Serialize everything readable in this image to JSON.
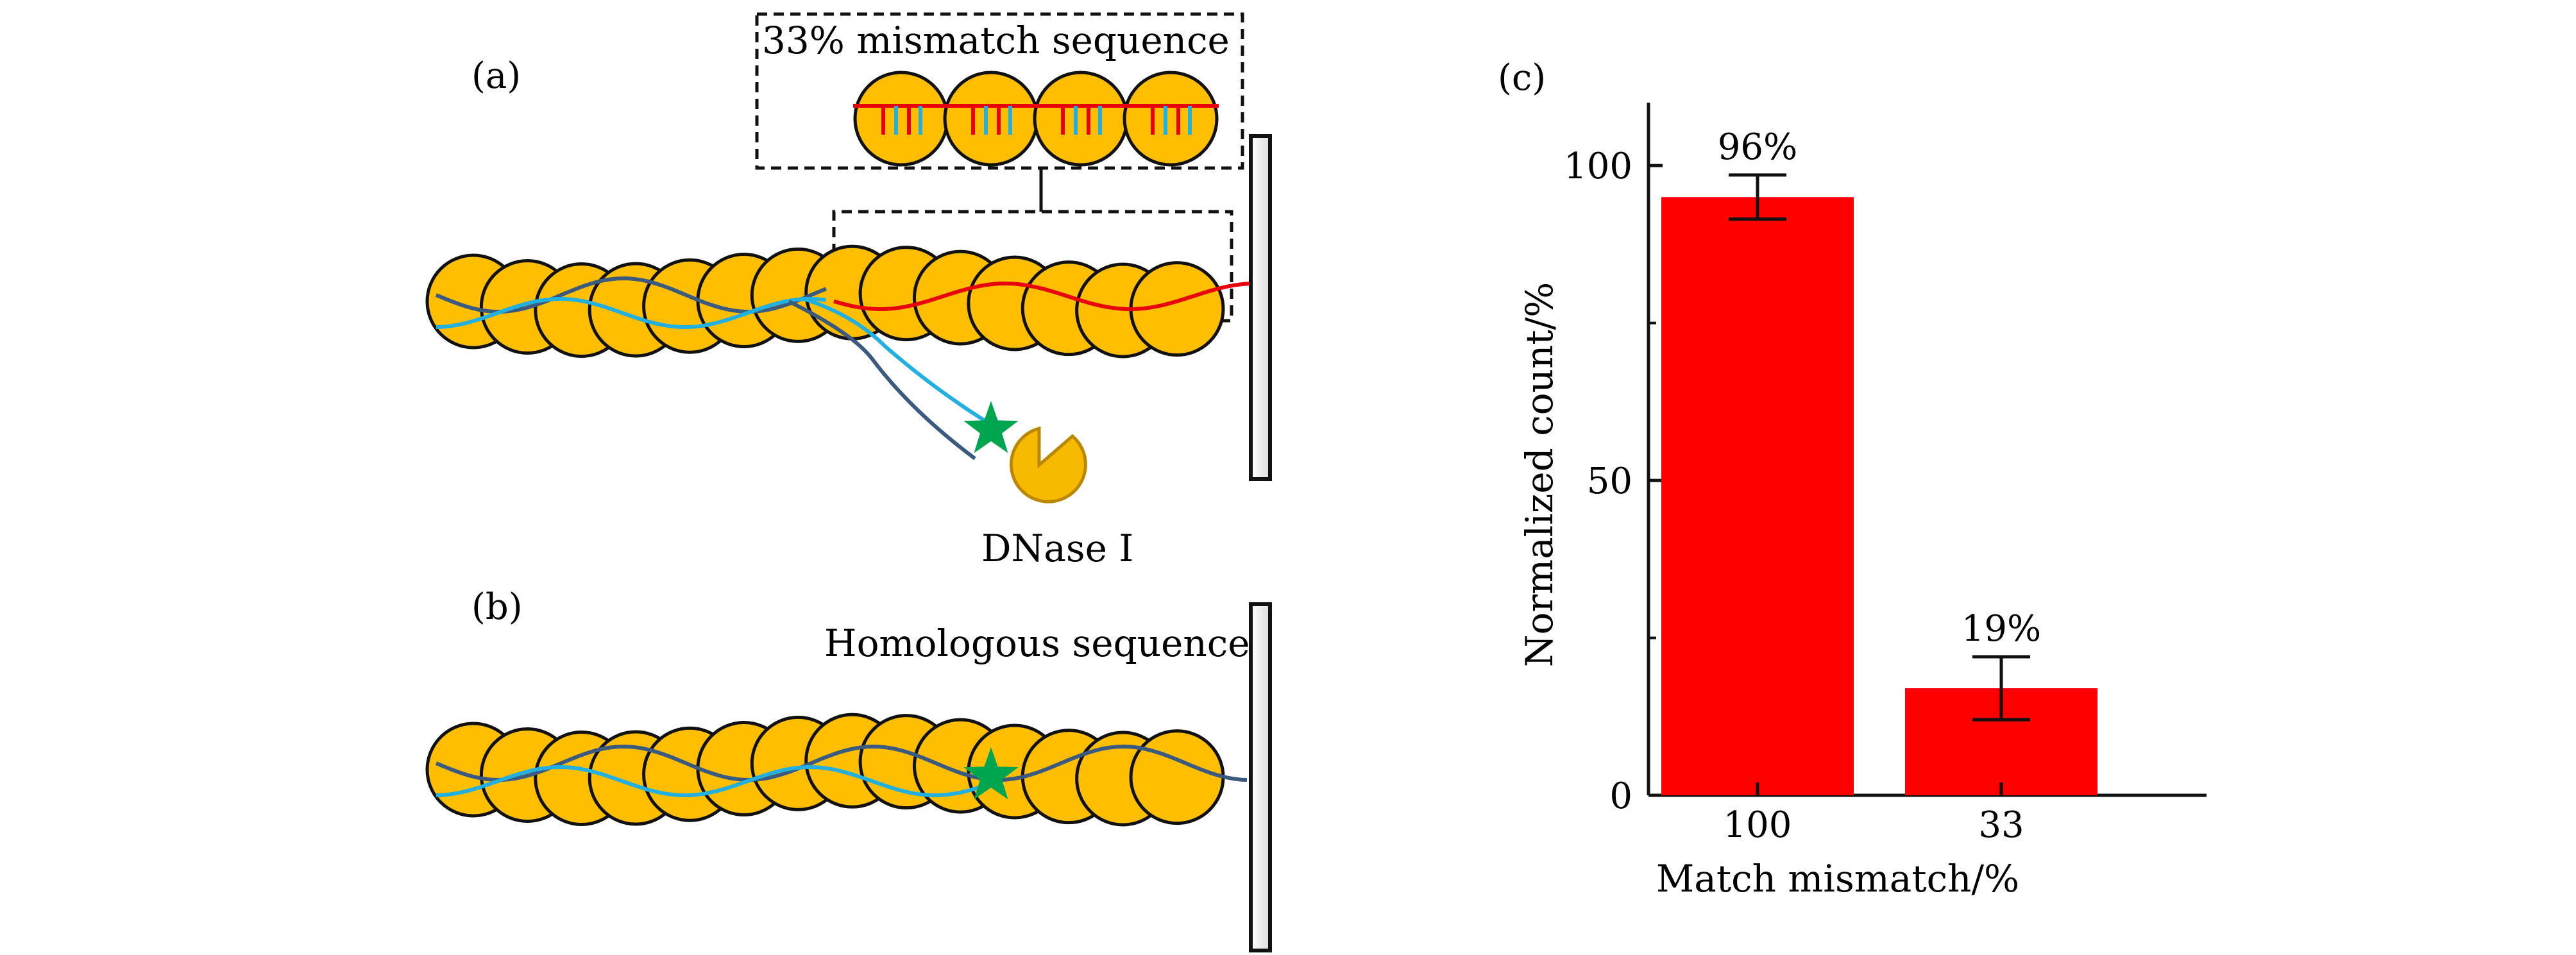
{
  "panels": {
    "a": {
      "label": "(a)",
      "inset_title": "33% mismatch sequence",
      "enzyme_label": "DNase I"
    },
    "b": {
      "label": "(b)",
      "sequence_label": "Homologous sequence"
    },
    "c": {
      "label": "(c)"
    }
  },
  "colors": {
    "bead": "#FFBE00",
    "bead_stroke": "#111111",
    "dna_dark": "#3B5A80",
    "dna_light": "#21B0E0",
    "mismatch": "#E8000A",
    "star": "#00A550",
    "bar": "#FF0000",
    "wall_fill": "#EEEEEE"
  },
  "chart_data": {
    "type": "bar",
    "categories": [
      "100",
      "33"
    ],
    "values": [
      95,
      17
    ],
    "error": [
      3.5,
      5
    ],
    "value_labels": [
      "96%",
      "19%"
    ],
    "xlabel": "Match mismatch/%",
    "ylabel": "Normalized count/%",
    "ylim": [
      0,
      110
    ],
    "yticks": [
      0,
      50,
      100
    ],
    "grid": false
  }
}
